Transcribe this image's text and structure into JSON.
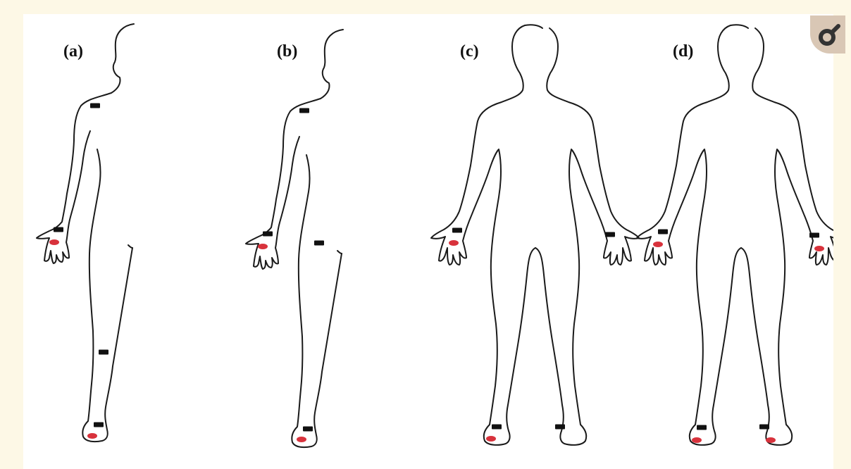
{
  "figure": {
    "panels": [
      {
        "id": "a",
        "label": "(a)",
        "view": "side"
      },
      {
        "id": "b",
        "label": "(b)",
        "view": "side"
      },
      {
        "id": "c",
        "label": "(c)",
        "view": "front"
      },
      {
        "id": "d",
        "label": "(d)",
        "view": "front"
      }
    ],
    "marker_colors": {
      "electrode": "#111111",
      "site": "#d8323c"
    },
    "outline_color": "#1a1a1a"
  },
  "toolbar": {
    "zoom_icon": "magnifier-icon"
  }
}
